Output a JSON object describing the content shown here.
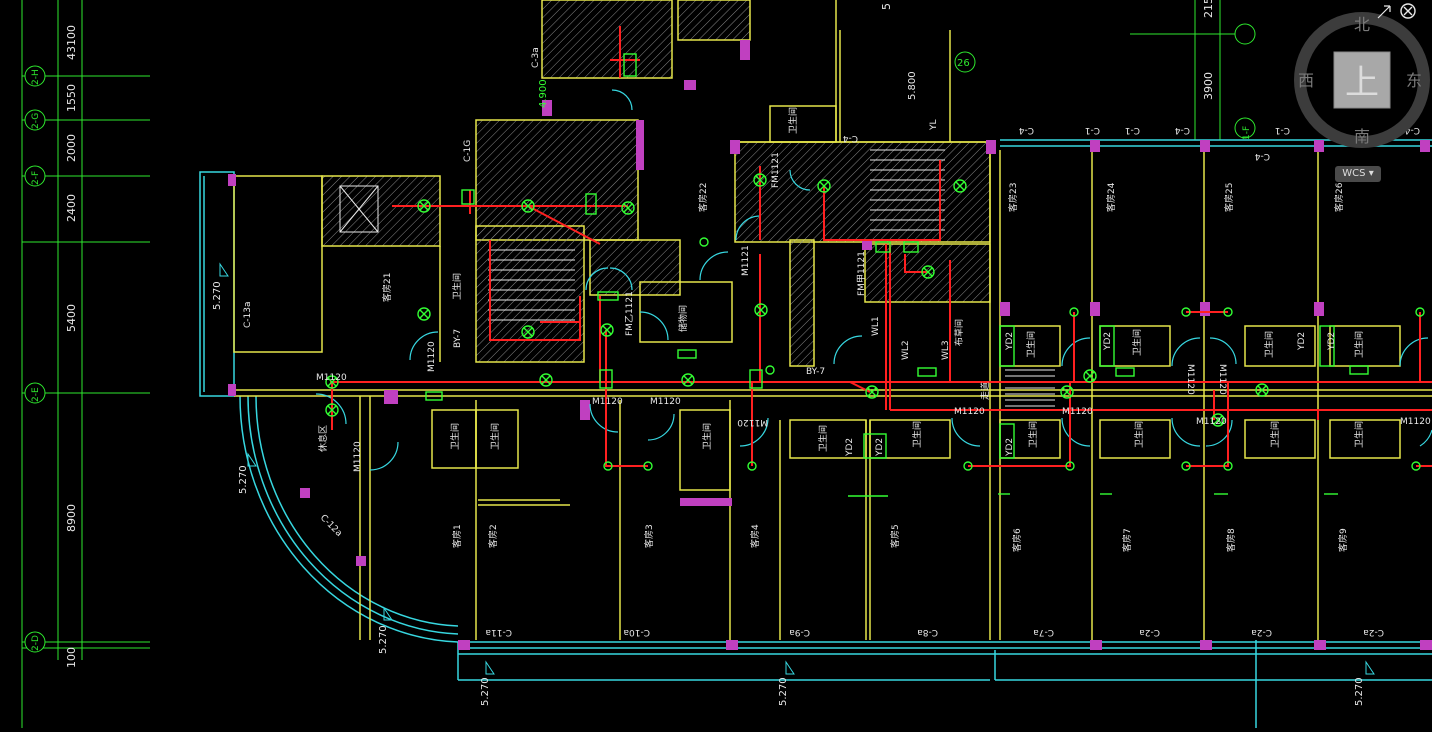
{
  "colors": {
    "background": "#000000",
    "grid": "#2ee82e",
    "wall": "#e6e64a",
    "window": "#37d7e0",
    "hatch": "#9a9a9a",
    "pipe": "#ff2020",
    "fixture": "#33ff33",
    "magenta": "#c040c0",
    "white": "#e8e8e8"
  },
  "left_dimensions": [
    {
      "label": "43100"
    },
    {
      "label": "1550"
    },
    {
      "label": "2000"
    },
    {
      "label": "2400"
    },
    {
      "label": "5400"
    },
    {
      "label": "8900"
    },
    {
      "label": "100"
    }
  ],
  "grid_bubbles": [
    {
      "label": "2-H"
    },
    {
      "label": "2-G"
    },
    {
      "label": "2-F"
    },
    {
      "label": "2-E"
    },
    {
      "label": "2-D"
    }
  ],
  "top_dimensions": [
    {
      "label": "3900"
    },
    {
      "label": "215"
    },
    {
      "label": "5"
    }
  ],
  "elevations": [
    {
      "label": "5.270"
    },
    {
      "label": "5.270"
    },
    {
      "label": "5.270"
    },
    {
      "label": "5.270"
    },
    {
      "label": "5.270"
    },
    {
      "label": "4.900"
    },
    {
      "label": "5.800"
    }
  ],
  "windows": [
    {
      "label": "C-13a"
    },
    {
      "label": "C-12a"
    },
    {
      "label": "C-11a"
    },
    {
      "label": "C-10a"
    },
    {
      "label": "C-9a"
    },
    {
      "label": "C-8a"
    },
    {
      "label": "C-7a"
    },
    {
      "label": "C-2a"
    },
    {
      "label": "C-2a"
    },
    {
      "label": "C-2a"
    },
    {
      "label": "C-4"
    },
    {
      "label": "C-1"
    },
    {
      "label": "C-1"
    },
    {
      "label": "C-4"
    },
    {
      "label": "C-1"
    },
    {
      "label": "C-4"
    },
    {
      "label": "C-1G"
    },
    {
      "label": "C-3a"
    }
  ],
  "doors": [
    {
      "label": "M1120"
    },
    {
      "label": "M1120"
    },
    {
      "label": "M1120"
    },
    {
      "label": "M1120"
    },
    {
      "label": "M1120"
    },
    {
      "label": "M1120"
    },
    {
      "label": "M1120"
    },
    {
      "label": "M1120"
    },
    {
      "label": "M1120"
    },
    {
      "label": "M1120"
    },
    {
      "label": "M1121"
    },
    {
      "label": "FM1121"
    },
    {
      "label": "FM甲1121"
    },
    {
      "label": "FM乙1121"
    }
  ],
  "rooms": [
    {
      "label": "客房1"
    },
    {
      "label": "客房2"
    },
    {
      "label": "客房3"
    },
    {
      "label": "客房4"
    },
    {
      "label": "客房5"
    },
    {
      "label": "客房6"
    },
    {
      "label": "客房7"
    },
    {
      "label": "客房8"
    },
    {
      "label": "客房9"
    },
    {
      "label": "客房21"
    },
    {
      "label": "客房22"
    },
    {
      "label": "客房23"
    },
    {
      "label": "客房24"
    },
    {
      "label": "客房25"
    },
    {
      "label": "客房26"
    },
    {
      "label": "卫生间"
    },
    {
      "label": "卫生间"
    },
    {
      "label": "卫生间"
    },
    {
      "label": "卫生间"
    },
    {
      "label": "卫生间"
    },
    {
      "label": "卫生间"
    },
    {
      "label": "卫生间"
    },
    {
      "label": "卫生间"
    },
    {
      "label": "卫生间"
    },
    {
      "label": "卫生间"
    },
    {
      "label": "卫生间"
    },
    {
      "label": "卫生间"
    },
    {
      "label": "储物间"
    },
    {
      "label": "休息区"
    },
    {
      "label": "布草间"
    },
    {
      "label": "走道"
    }
  ],
  "misc_labels": [
    {
      "label": "YD2"
    },
    {
      "label": "YD2"
    },
    {
      "label": "YD2"
    },
    {
      "label": "YD2"
    },
    {
      "label": "YD2"
    },
    {
      "label": "WL1"
    },
    {
      "label": "WL2"
    },
    {
      "label": "WL3"
    },
    {
      "label": "BY-7"
    },
    {
      "label": "BY-7"
    },
    {
      "label": "YL"
    },
    {
      "label": "26"
    },
    {
      "label": "1-F"
    }
  ],
  "viewcube": {
    "north": "北",
    "south": "南",
    "east": "东",
    "west": "西",
    "top": "上",
    "wcs": "WCS"
  }
}
